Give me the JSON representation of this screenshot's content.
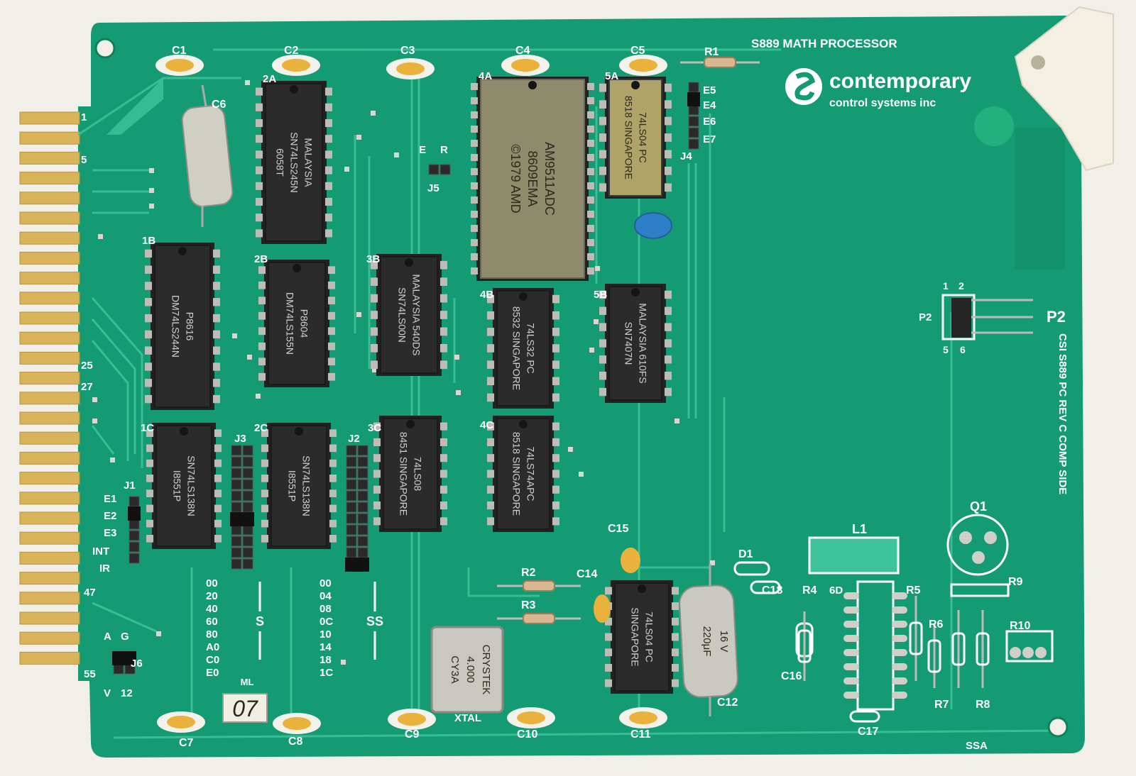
{
  "board": {
    "title": "S889 MATH PROCESSOR",
    "brand_line1": "contemporary",
    "brand_line2": "control systems inc",
    "rev_text": "CSI S889  PC REV   C   COMP SIDE",
    "bottom_mark": "SSA",
    "handwritten": "07",
    "ml_mark": "ML"
  },
  "colors": {
    "pcb": "#159b73",
    "pcb_dark": "#0f7f5c",
    "trace": "#3fc39a",
    "gold": "#d9b35a",
    "chip": "#2b2b2b",
    "cap": "#e8b23c"
  },
  "capacitor_labels": [
    "C1",
    "C2",
    "C3",
    "C4",
    "C5",
    "C6",
    "C7",
    "C8",
    "C9",
    "C10",
    "C11",
    "C12",
    "C14",
    "C15",
    "C16",
    "C17",
    "C18"
  ],
  "resistor_labels": [
    "R1",
    "R2",
    "R3",
    "R4",
    "R5",
    "R6",
    "R7",
    "R8",
    "R9",
    "R10"
  ],
  "position_labels": {
    "p1B": "1B",
    "p2A": "2A",
    "p2B": "2B",
    "p3B": "3B",
    "p4A": "4A",
    "p4B": "4B",
    "p5A": "5A",
    "p5B": "5B",
    "p1C": "1C",
    "p2C": "2C",
    "p3C": "3C",
    "p4C": "4C",
    "p6D": "6D"
  },
  "jumper_labels": {
    "j1": "J1",
    "j2": "J2",
    "j3": "J3",
    "j4": "J4",
    "j5": "J5",
    "j6": "J6",
    "e": "E",
    "r": "R",
    "e1": "E1",
    "e2": "E2",
    "e3": "E3",
    "int": "INT",
    "ir": "IR",
    "e4": "E4",
    "e5": "E5",
    "e6": "E6",
    "e7": "E7",
    "a": "A",
    "g": "G",
    "v": "V",
    "n12": "12"
  },
  "edge_numbers": {
    "n1": "1",
    "n5": "5",
    "n25": "25",
    "n27": "27",
    "n47": "47",
    "n55": "55"
  },
  "p2": {
    "label": "P2",
    "label_big": "P2",
    "pin1": "1",
    "pin2": "2",
    "pin5": "5",
    "pin6": "6"
  },
  "other_labels": {
    "l1": "L1",
    "q1": "Q1",
    "d1": "D1",
    "xtal": "XTAL",
    "s": "S",
    "ss": "SS"
  },
  "address_col1": [
    "00",
    "20",
    "40",
    "60",
    "80",
    "A0",
    "C0",
    "E0"
  ],
  "address_col2": [
    "00",
    "04",
    "08",
    "0C",
    "10",
    "14",
    "18",
    "1C"
  ],
  "chips": {
    "c2a": {
      "l1": "MALAYSIA",
      "l2": "SN74LS245N",
      "l3": "6058T"
    },
    "c1b": {
      "l1": "P8616",
      "l2": "DM74LS244N"
    },
    "c2b": {
      "l1": "P8604",
      "l2": "DM74LS155N"
    },
    "c3b": {
      "l1": "MALAYSIA 540DS",
      "l2": "SN74LS00N"
    },
    "c4a": {
      "l1": "AM9511ADC",
      "l2": "8609EMA",
      "l3": "©1979 AMD"
    },
    "c4b": {
      "l1": "74LS32  PC",
      "l2": "8532  SINGAPORE"
    },
    "c5a": {
      "l1": "74LS04  PC",
      "l2": "8518  SINGAPORE"
    },
    "c5b": {
      "l1": "MALAYSIA 610FS",
      "l2": "SN7407N"
    },
    "c1c": {
      "l1": "SN74LS138N",
      "l2": "I8551P"
    },
    "c2c": {
      "l1": "SN74LS138N",
      "l2": "I8551P"
    },
    "c3c": {
      "l1": "74LS08",
      "l2": "8451 SINGAPORE"
    },
    "c4c": {
      "l1": "74LS74APC",
      "l2": "8518 SINGAPORE"
    },
    "c6c": {
      "l1": "74LS04  PC",
      "l2": "SINGAPORE"
    },
    "xtal": {
      "l1": "CRYSTEK",
      "l2": "4.000",
      "l3": "CY3A"
    },
    "cap12": {
      "l1": "16 V",
      "l2": "220μF"
    }
  }
}
